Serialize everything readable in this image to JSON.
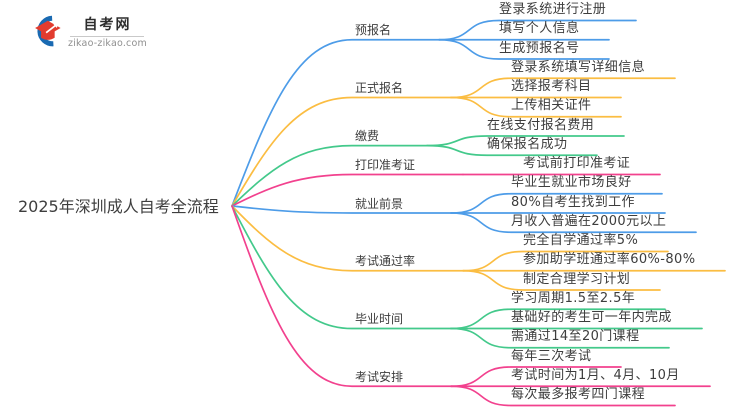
{
  "logo": {
    "title": "自考网",
    "subtitle": "zikao-zikao.com",
    "icon_red": "#e23c2f",
    "icon_blue": "#1a6ab2"
  },
  "root": {
    "label": "2025年深圳成人自考全流程"
  },
  "branches": [
    {
      "label": "预报名",
      "color": "#4d9ce8",
      "children": [
        "登录系统进行注册",
        "填写个人信息",
        "生成预报名号"
      ]
    },
    {
      "label": "正式报名",
      "color": "#fbbd42",
      "children": [
        "登录系统填写详细信息",
        "选择报考科目",
        "上传相关证件"
      ]
    },
    {
      "label": "缴费",
      "color": "#43c98b",
      "children": [
        "在线支付报名费用",
        "确保报名成功"
      ]
    },
    {
      "label": "打印准考证",
      "color": "#f2418e",
      "children": [
        "考试前打印准考证"
      ]
    },
    {
      "label": "就业前景",
      "color": "#4d9ce8",
      "children": [
        "毕业生就业市场良好",
        "80%自考生找到工作",
        "月收入普遍在2000元以上"
      ]
    },
    {
      "label": "考试通过率",
      "color": "#fbbd42",
      "children": [
        "完全自学通过率5%",
        "参加助学班通过率60%-80%",
        "制定合理学习计划"
      ]
    },
    {
      "label": "毕业时间",
      "color": "#43c98b",
      "children": [
        "学习周期1.5至2.5年",
        "基础好的考生可一年内完成",
        "需通过14至20门课程"
      ]
    },
    {
      "label": "考试安排",
      "color": "#f2418e",
      "children": [
        "每年三次考试",
        "考试时间为1月、4月、10月",
        "每次最多报考四门课程"
      ]
    }
  ]
}
